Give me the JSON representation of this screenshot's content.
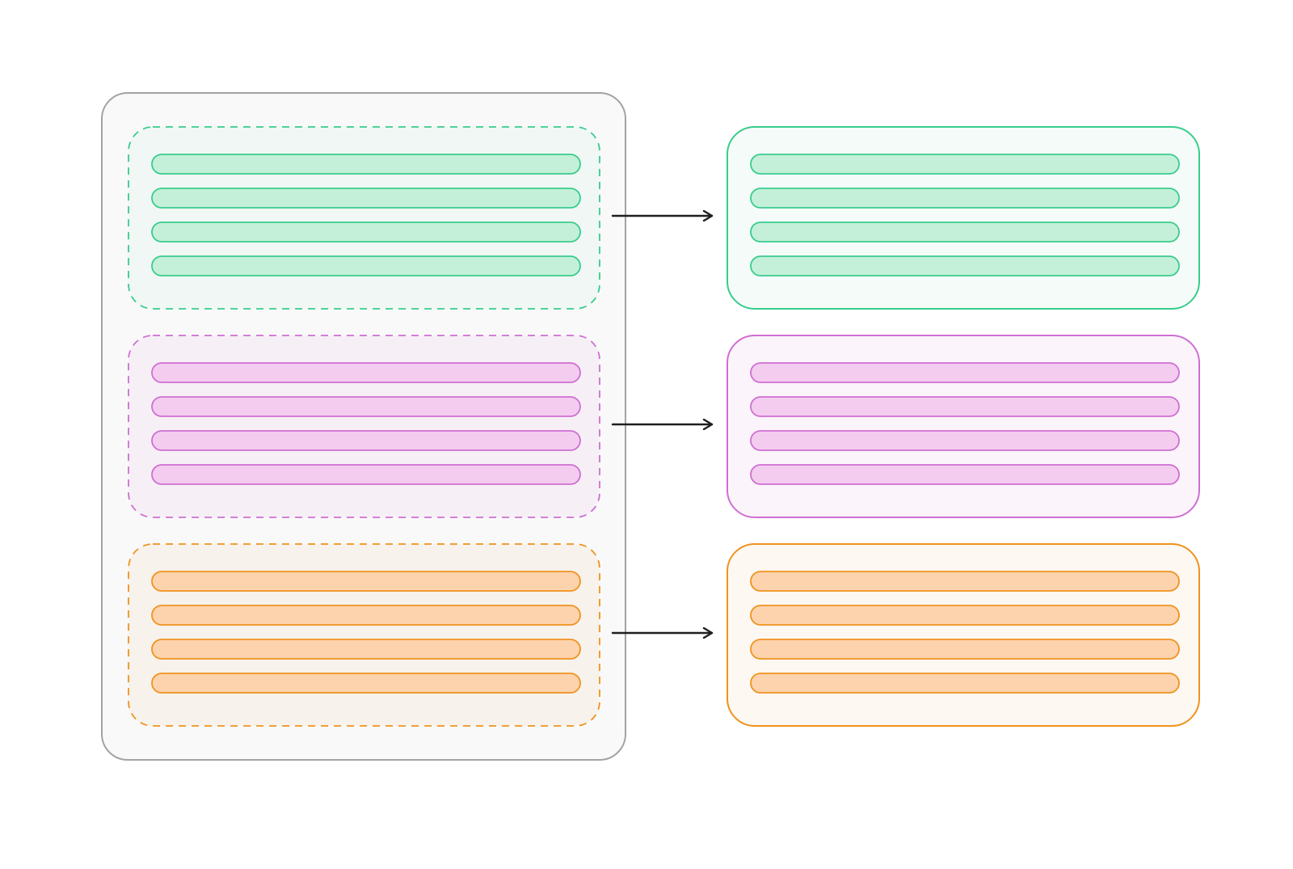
{
  "colors": {
    "background": "#ffffff",
    "container_fill": "#f9f9f9",
    "container_stroke": "#a3a3a3",
    "arrow": "#1f1f1f"
  },
  "container": {
    "name": "source-container"
  },
  "groups": [
    {
      "name": "green",
      "stroke": "#38cc8c",
      "group_fill": "#f0f7f4",
      "card_fill": "#f5fbf8",
      "bar_fill": "#c4f0da",
      "bar_count": 4
    },
    {
      "name": "purple",
      "stroke": "#cf6ed2",
      "group_fill": "#f6f0f6",
      "card_fill": "#fbf5fb",
      "bar_fill": "#f3ccef",
      "bar_count": 4
    },
    {
      "name": "orange",
      "stroke": "#f0921e",
      "group_fill": "#f7f2ec",
      "card_fill": "#fdf8f2",
      "bar_fill": "#fdd3ad",
      "bar_count": 4
    }
  ]
}
